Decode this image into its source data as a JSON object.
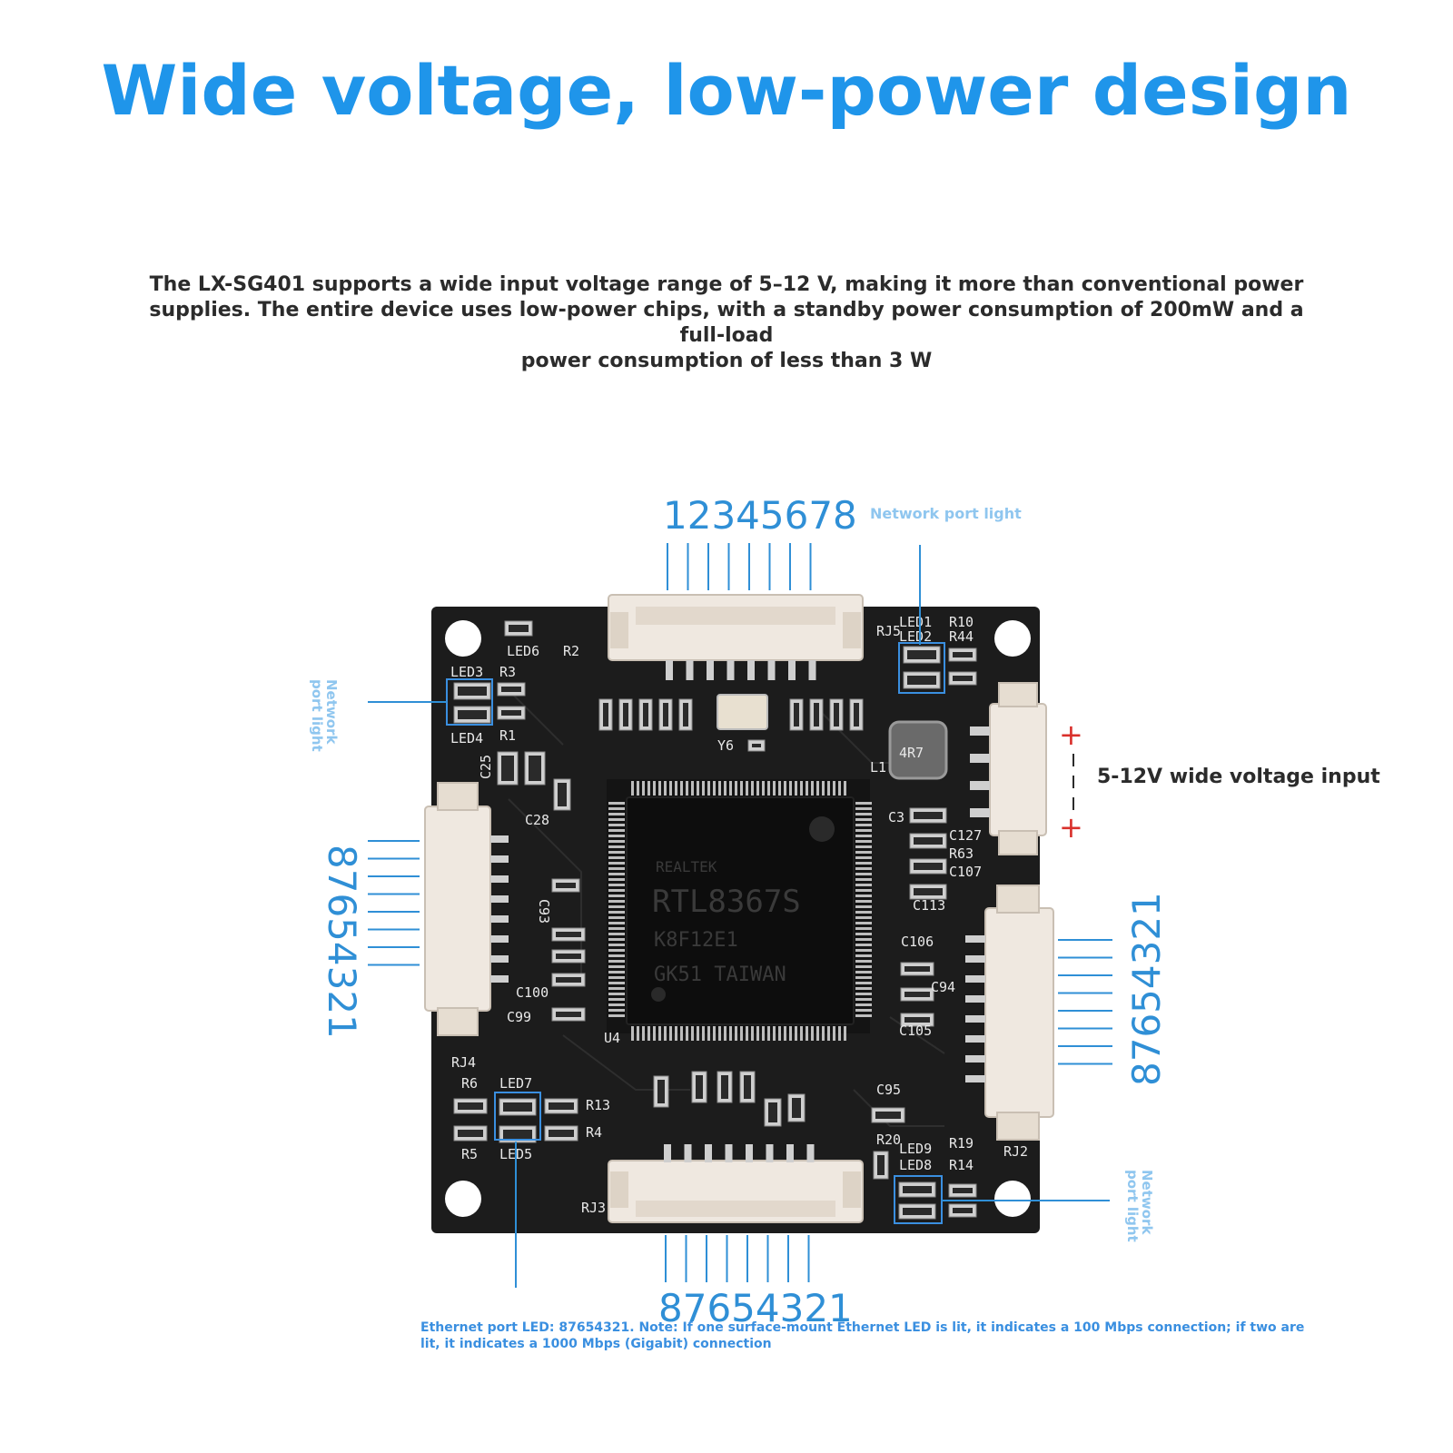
{
  "headline": "Wide voltage, low-power design",
  "description": {
    "line1": "The LX-SG401 supports a wide input voltage range of 5–12 V, making it more               than conventional power",
    "line2": "supplies. The entire device uses low-power chips, with a standby power consumption of 200mW and a full-load",
    "line3": "power consumption of less than 3 W"
  },
  "labels": {
    "top_pins": "12345678",
    "left_pins": "87654321",
    "right_pins": "87654321",
    "bottom_pins": "87654321",
    "network_port_light": "Network port light",
    "network_port_light_left_1": "Network",
    "network_port_light_left_2": "port light",
    "network_port_light_right_1": "Network",
    "network_port_light_right_2": "port light",
    "voltage_input": "5-12V wide voltage input",
    "plus": "+",
    "note_line1": "Ethernet port LED: 87654321. Note: If one surface-mount Ethernet LED is lit, it indicates a 100 Mbps connection; if two are",
    "note_line2": "lit, it indicates a 1000 Mbps (Gigabit) connection"
  },
  "chip": {
    "brand": "REALTEK",
    "model": "RTL8367S",
    "line2": "K8F12E1",
    "line3": "GK51 TAIWAN"
  },
  "silkscreen": {
    "rj2": "RJ2",
    "rj3": "RJ3",
    "rj4": "RJ4",
    "rj5": "RJ5",
    "led1": "LED1",
    "led2": "LED2",
    "led3": "LED3",
    "led4": "LED4",
    "led5": "LED5",
    "led6": "LED6",
    "led7": "LED7",
    "led8": "LED8",
    "led9": "LED9",
    "u4": "U4",
    "l1": "L1",
    "inductor": "4R7",
    "y6": "Y6",
    "r1": "R1",
    "r2": "R2",
    "r3": "R3",
    "r4": "R4",
    "r5": "R5",
    "r6": "R6",
    "r10": "R10",
    "r13": "R13",
    "r14": "R14",
    "r19": "R19",
    "r20": "R20",
    "r44": "R44",
    "c3": "C3",
    "c25": "C25",
    "c28": "C28",
    "c93": "C93",
    "c95": "C95",
    "c99": "C99",
    "c100": "C100",
    "c105": "C105",
    "c106": "C106",
    "c107": "C107",
    "c113": "C113",
    "c127": "C127",
    "r63": "R63",
    "c94": "C94"
  },
  "colors": {
    "headline": "#1f95ea",
    "label_blue": "#2f8fd6",
    "light_blue": "#8fc6ef",
    "pcb": "#1c1c1c",
    "connector": "#efe8e0",
    "plus_red": "#d9302b"
  }
}
